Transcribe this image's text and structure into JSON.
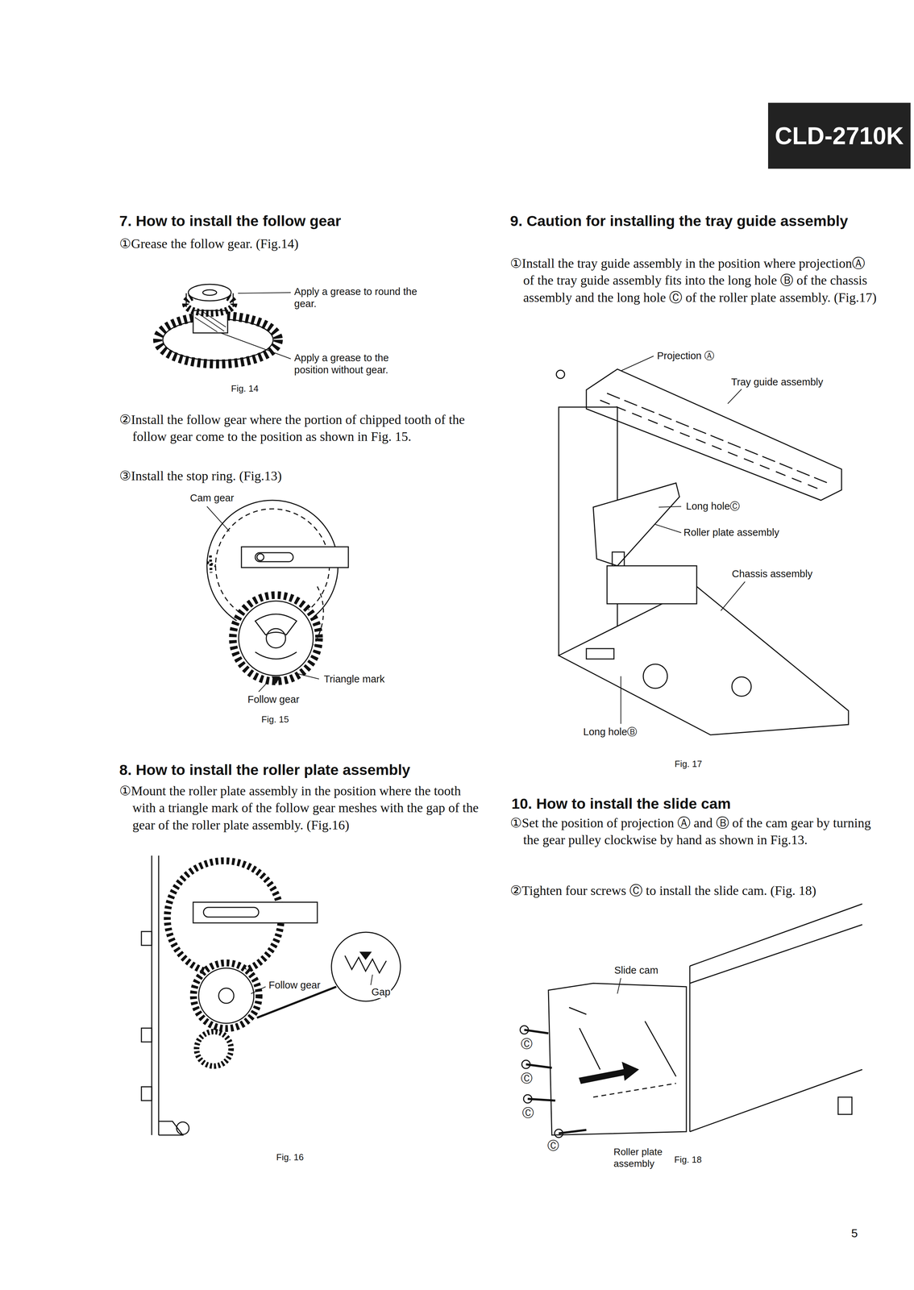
{
  "diagram": {
    "nodes": [
      {
        "text": [
          "CLD-2710K"
        ]
      }
    ],
    "labels": [
      "7. How to install the follow gear",
      "①Grease the follow gear. (Fig.14)",
      "Apply a grease to round the gear.",
      "Apply a grease to the position without gear.",
      "Fig. 14",
      "②Install the follow gear where the portion of chipped tooth of the follow gear come to the position as shown in Fig. 15.",
      "③Install the stop ring. (Fig.13)",
      "Cam gear",
      "Triangle mark",
      "Follow gear",
      "Fig. 15",
      "8. How to install the roller plate assembly",
      "①Mount the roller plate assembly in the position where the tooth with a triangle mark of the follow gear meshes with the gap of the gear of the roller plate assembly. (Fig.16)",
      "Follow gear",
      "Gap",
      "Fig. 16",
      "9. Caution for installing the tray guide assembly",
      "①Install the tray guide assembly in the position where projectionⒶ of the tray guide assembly fits into the long hole Ⓑ of the chassis assembly and the long hole Ⓒ of the roller plate assembly. (Fig.17)",
      "Projection Ⓐ",
      "Tray guide assembly",
      "Long holeⒸ",
      "Roller plate assembly",
      "Chassis assembly",
      "Long holeⒷ",
      "Fig. 17",
      "10. How to install the slide cam",
      "①Set the position of projection Ⓐ and Ⓑ of the cam gear by turning the gear pulley clockwise by hand as shown in Fig.13.",
      "②Tighten four screws Ⓒ to install the slide cam. (Fig. 18)",
      "Slide cam",
      "Ⓒ",
      "Ⓒ",
      "Ⓒ",
      "Ⓒ",
      "Roller plate assembly",
      "Fig. 18",
      "5"
    ]
  }
}
